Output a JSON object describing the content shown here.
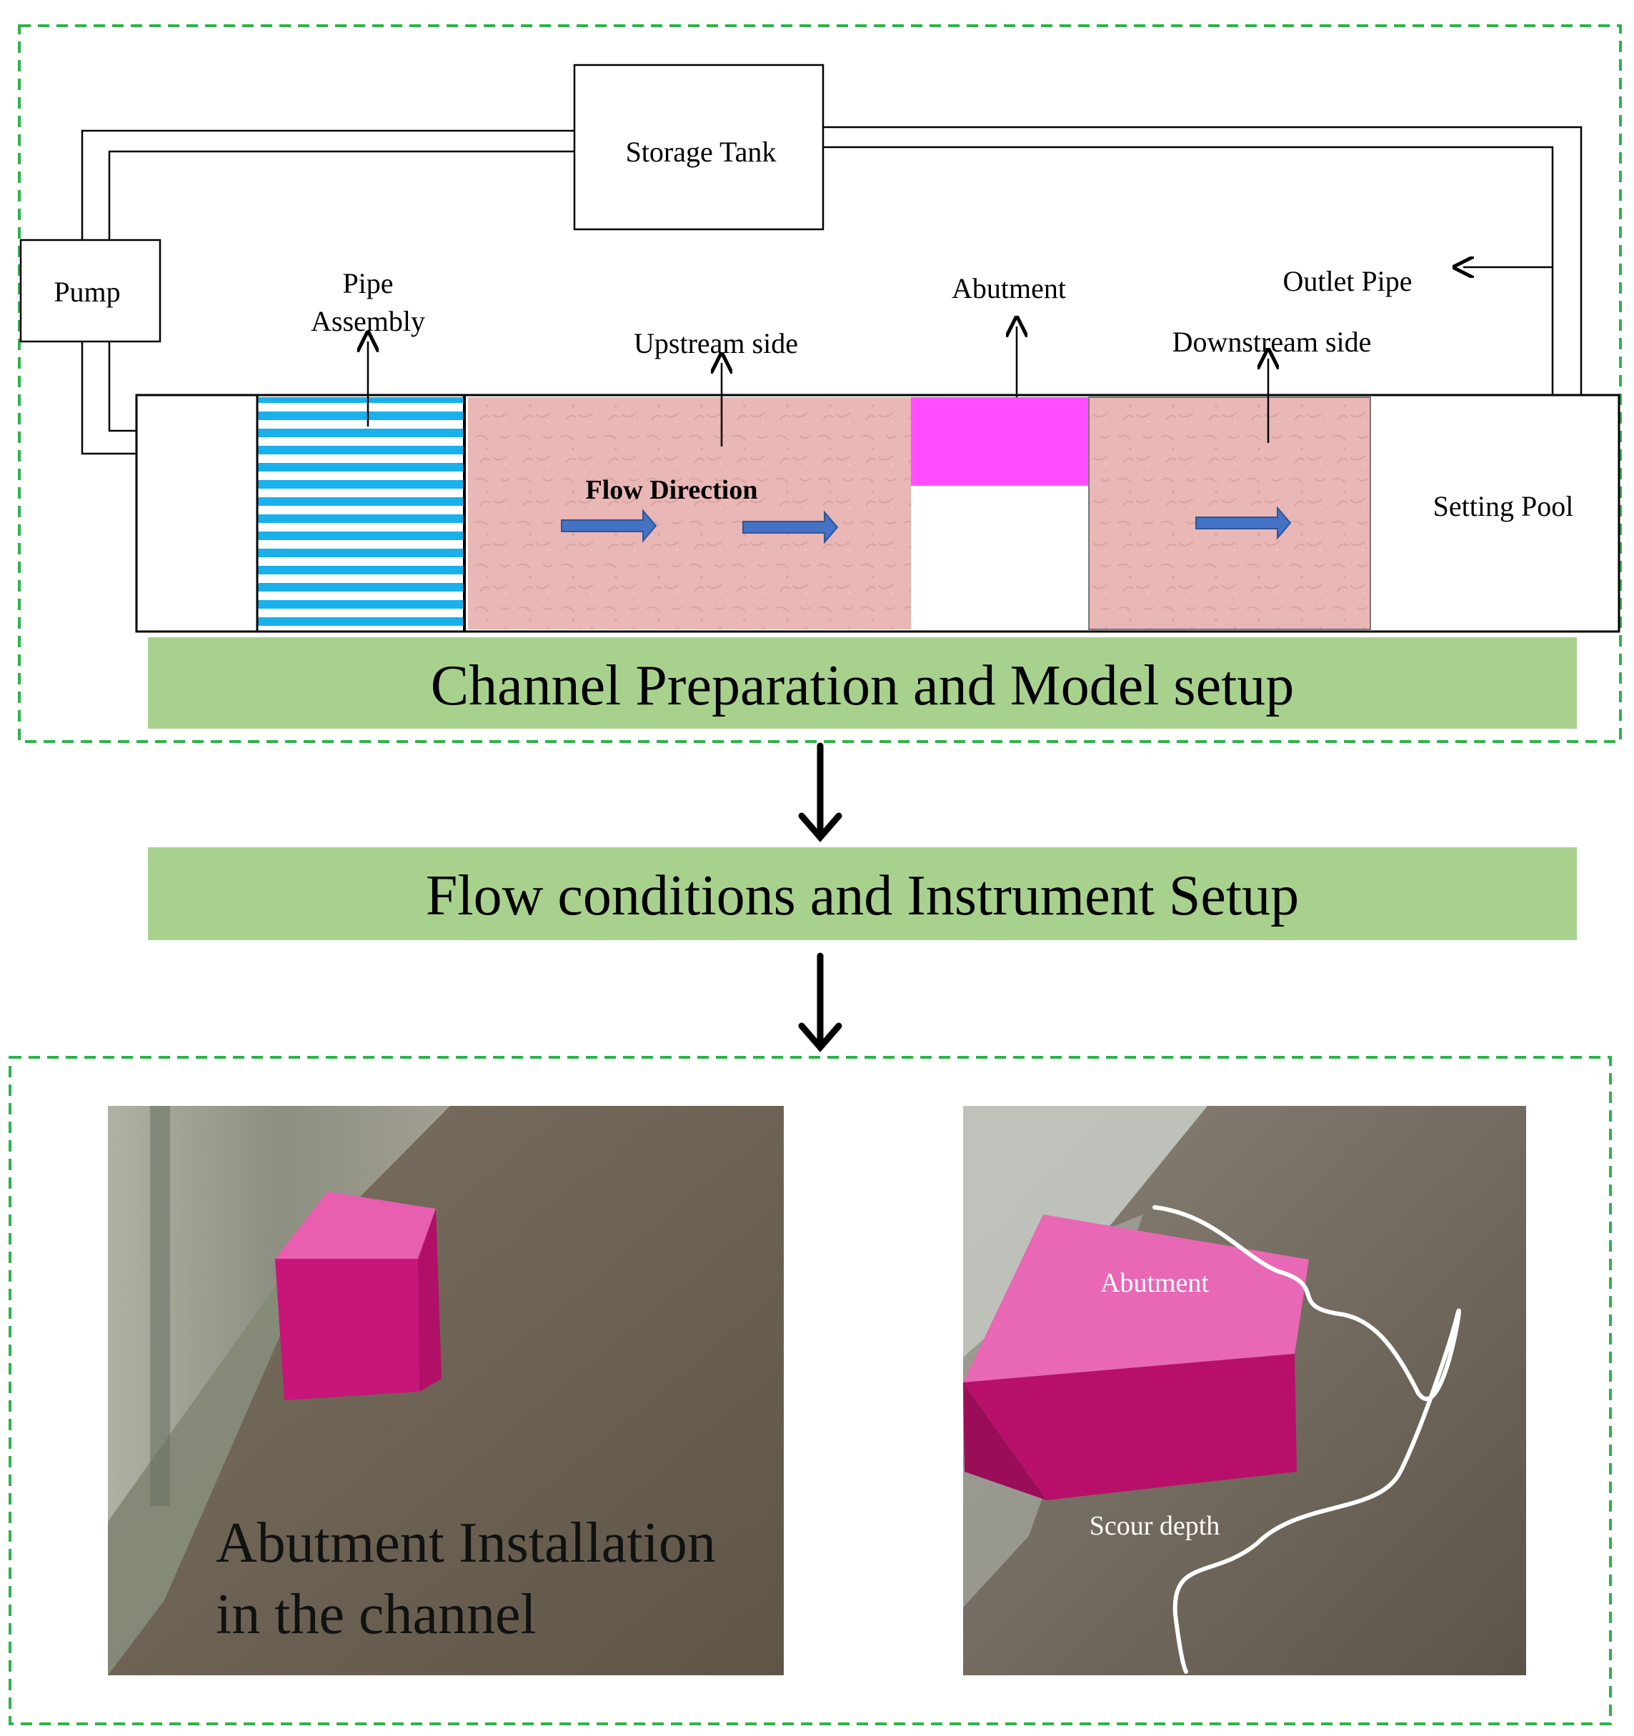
{
  "colors": {
    "frame_dash": "#2db34a",
    "step_fill": "#a9d18e",
    "sediment": "#e9b7b5",
    "abutment": "#ff4dff",
    "pipe_stripe": "#19b0ec",
    "flow_arrow": "#4472c4",
    "photo_floor": "#6e6453",
    "photo_block": "#d6207f"
  },
  "diagram": {
    "storage_tank": "Storage Tank",
    "pump": "Pump",
    "pipe_assembly_line1": "Pipe",
    "pipe_assembly_line2": "Assembly",
    "upstream_side": "Upstream side",
    "abutment": "Abutment",
    "outlet_pipe": "Outlet Pipe",
    "downstream_side": "Downstream side",
    "flow_direction": "Flow Direction",
    "setting_pool": "Setting Pool"
  },
  "steps": {
    "step1": "Channel Preparation and Model setup",
    "step2": "Flow conditions and Instrument Setup"
  },
  "photos": {
    "left_caption_line1": "Abutment Installation",
    "left_caption_line2": "in the channel",
    "right_label_abutment": "Abutment",
    "right_label_scour": "Scour depth"
  }
}
